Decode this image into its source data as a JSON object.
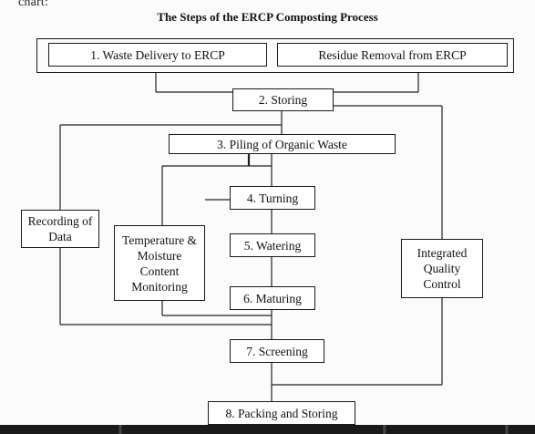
{
  "header": {
    "stray_text": "chart:",
    "title": "The Steps of the ERCP Composting Process"
  },
  "steps": {
    "delivery": "1. Waste Delivery to ERCP",
    "residue": "Residue Removal from ERCP",
    "storing": "2. Storing",
    "piling": "3. Piling of Organic Waste",
    "turning": "4. Turning",
    "watering": "5. Watering",
    "maturing": "6. Maturing",
    "screening": "7. Screening",
    "packing": "8. Packing and Storing"
  },
  "side_boxes": {
    "recording": "Recording of Data",
    "monitoring": "Temperature & Moisture Content Monitoring",
    "quality": "Integrated Quality Control"
  }
}
